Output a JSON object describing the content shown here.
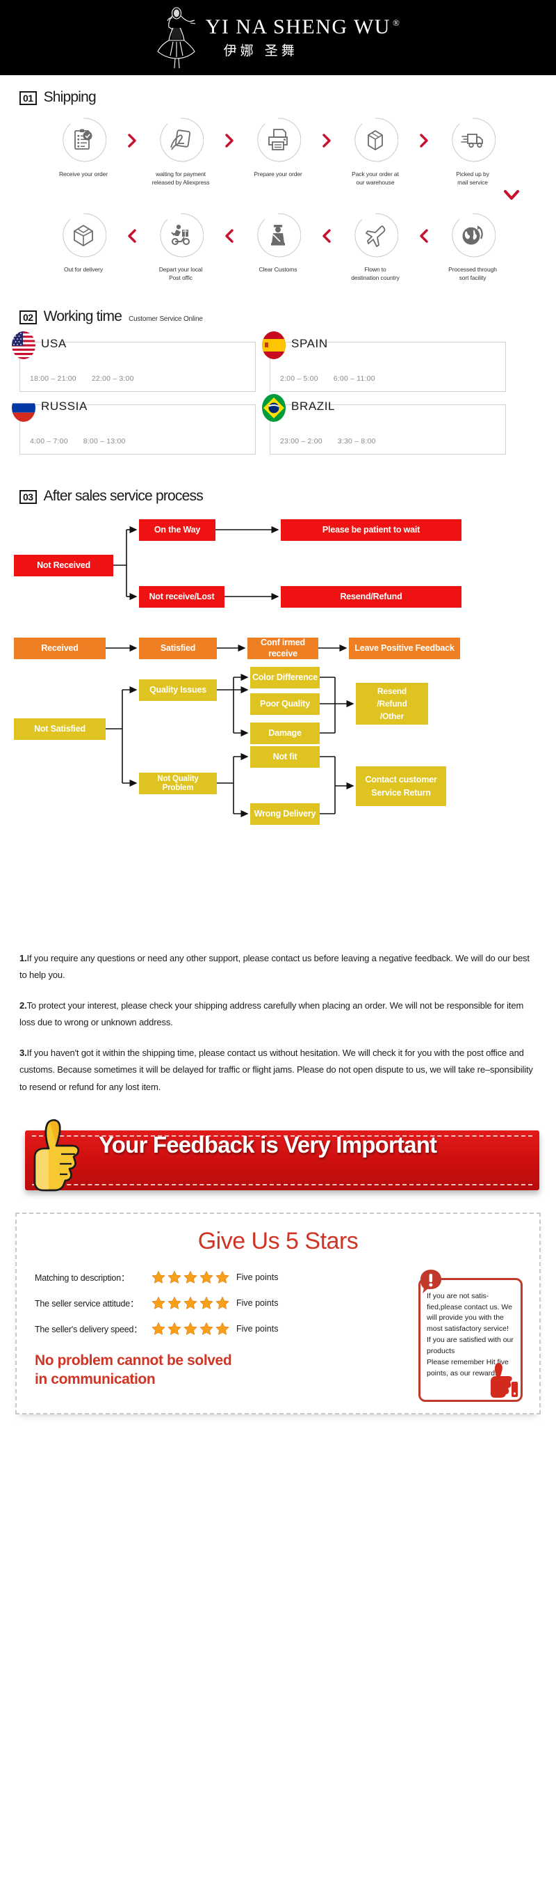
{
  "brand": {
    "name_en": "YI NA SHENG WU",
    "reg_mark": "®",
    "name_cn": "伊娜 圣舞",
    "logo_icon": "dancer-logo-icon"
  },
  "sections": {
    "shipping": {
      "num": "01",
      "title": "Shipping"
    },
    "working": {
      "num": "02",
      "title": "Working time",
      "subtitle": "Customer Service Online"
    },
    "after": {
      "num": "03",
      "title": "After sales service process"
    }
  },
  "shipping_steps_row1": [
    {
      "icon": "clipboard-check-icon",
      "label": "Receive your order"
    },
    {
      "icon": "hand-card-icon",
      "label": "waiting for payment\nreleased by Aliexpress"
    },
    {
      "icon": "printer-icon",
      "label": "Prepare your order"
    },
    {
      "icon": "box-package-icon",
      "label": "Pack your order at\nour warehouse"
    },
    {
      "icon": "truck-icon",
      "label": "Picked up by\nmail service"
    }
  ],
  "shipping_steps_row2": [
    {
      "icon": "open-box-icon",
      "label": "Out  for delivery"
    },
    {
      "icon": "scooter-courier-icon",
      "label": "Depart your local\nPost offic"
    },
    {
      "icon": "customs-officer-icon",
      "label": "Clear Customs"
    },
    {
      "icon": "airplane-icon",
      "label": "Flown to\ndestination country"
    },
    {
      "icon": "globe-arrow-icon",
      "label": "Processed through\nsort facility"
    }
  ],
  "working_cards": [
    {
      "flag": "flag-usa-icon",
      "country": "USA",
      "hours": [
        "18:00 – 21:00",
        "22:00 – 3:00"
      ]
    },
    {
      "flag": "flag-spain-icon",
      "country": "SPAIN",
      "hours": [
        "2:00 – 5:00",
        "6:00 – 11:00"
      ]
    },
    {
      "flag": "flag-russia-icon",
      "country": "RUSSIA",
      "hours": [
        "4:00 – 7:00",
        "8:00 – 13:00"
      ]
    },
    {
      "flag": "flag-brazil-icon",
      "country": "BRAZIL",
      "hours": [
        "23:00 – 2:00",
        "3:30 – 8:00"
      ]
    }
  ],
  "flow": {
    "not_received": "Not Received",
    "on_the_way": "On the Way",
    "please_wait": "Please be patient to wait",
    "not_receive_lost": "Not receive/Lost",
    "resend_refund": "Resend/Refund",
    "received": "Received",
    "satisfied": "Satisfied",
    "confirmed_receive": "Conf irmed receive",
    "leave_positive_feedback": "Leave Positive Feedback",
    "not_satisfied": "Not Satisfied",
    "quality_issues": "Quality Issues",
    "color_difference": "Color Difference",
    "poor_quality": "Poor Quality",
    "damage": "Damage",
    "resend_refund_other": "Resend\n/Refund\n/Other",
    "not_quality_problem": "Not Quality\nProblem",
    "not_fit": "Not fit",
    "wrong_delivery": "Wrong Delivery",
    "contact_customer_service_return": "Contact customer\nService Return"
  },
  "notes": [
    {
      "num": "1.",
      "text": "If you require any questions or need any other support, please contact us before leaving a negative feedback. We will do our best to help you."
    },
    {
      "num": "2.",
      "text": "To protect your interest, please check your shipping address carefully when placing an order. We will not be responsible for item loss due to wrong or unknown address."
    },
    {
      "num": "3.",
      "text": "If you haven't got it within the shipping time, please contact us without hesitation. We will check it for you with the post office and customs. Because sometimes it will be delayed for traffic or flight jams. Please do not open dispute to us, we will take re–sponsibility to resend or refund for any lost item."
    }
  ],
  "feedback_banner": {
    "text": "Your Feedback is Very Important",
    "icon": "thumbs-up-icon"
  },
  "stars": {
    "title": "Give Us 5 Stars",
    "rows": [
      {
        "label": "Matching to description：",
        "star_count": 5,
        "points": "Five points"
      },
      {
        "label": "The seller service attitude：",
        "star_count": 5,
        "points": "Five points"
      },
      {
        "label": "The seller's delivery speed：",
        "star_count": 5,
        "points": "Five points"
      }
    ],
    "slogan": "No problem cannot be solved\nin communication",
    "warning": {
      "icon": "exclamation-bubble-icon",
      "thumb_icon": "thumbs-up-red-icon",
      "text": "If you are not satis-fied,please contact us. We will provide you with the most satisfactory service!\nIf you are satisfied with our products\nPlease remember Hit five points, as our reward!"
    }
  },
  "colors": {
    "red": "#ef1212",
    "orange": "#ef7f23",
    "yellow": "#dfc320",
    "brand_red": "#cf3425",
    "chevron_red": "#c8102e",
    "icon_gray": "#6b6b6b",
    "black": "#000000"
  }
}
